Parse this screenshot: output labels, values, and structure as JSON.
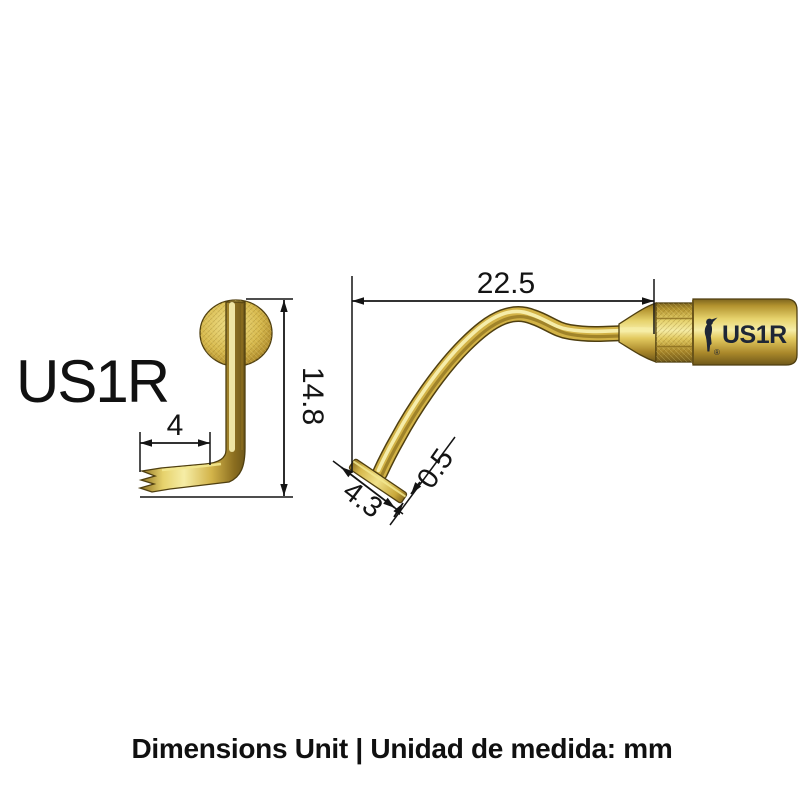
{
  "product": {
    "model": "US1R"
  },
  "front_view": {
    "label": "US1R",
    "dims": {
      "tip_length": "4",
      "height": "14.8"
    }
  },
  "side_view": {
    "dims": {
      "working_length": "22.5",
      "foot_length": "4.3",
      "foot_thickness": "0.5"
    },
    "engraving": {
      "model_text": "US1R",
      "registered_mark": "®"
    }
  },
  "footer": {
    "units_label": "Dimensions Unit | Unidad de medida: mm"
  },
  "colors": {
    "background": "#ffffff",
    "gold_base": "#d2b246",
    "gold_highlight": "#f8f0b0",
    "gold_shadow": "#8a6d1f",
    "gold_outline": "#4f3f10",
    "dimension_ink": "#141414",
    "engraving_ink": "#1e2636"
  }
}
